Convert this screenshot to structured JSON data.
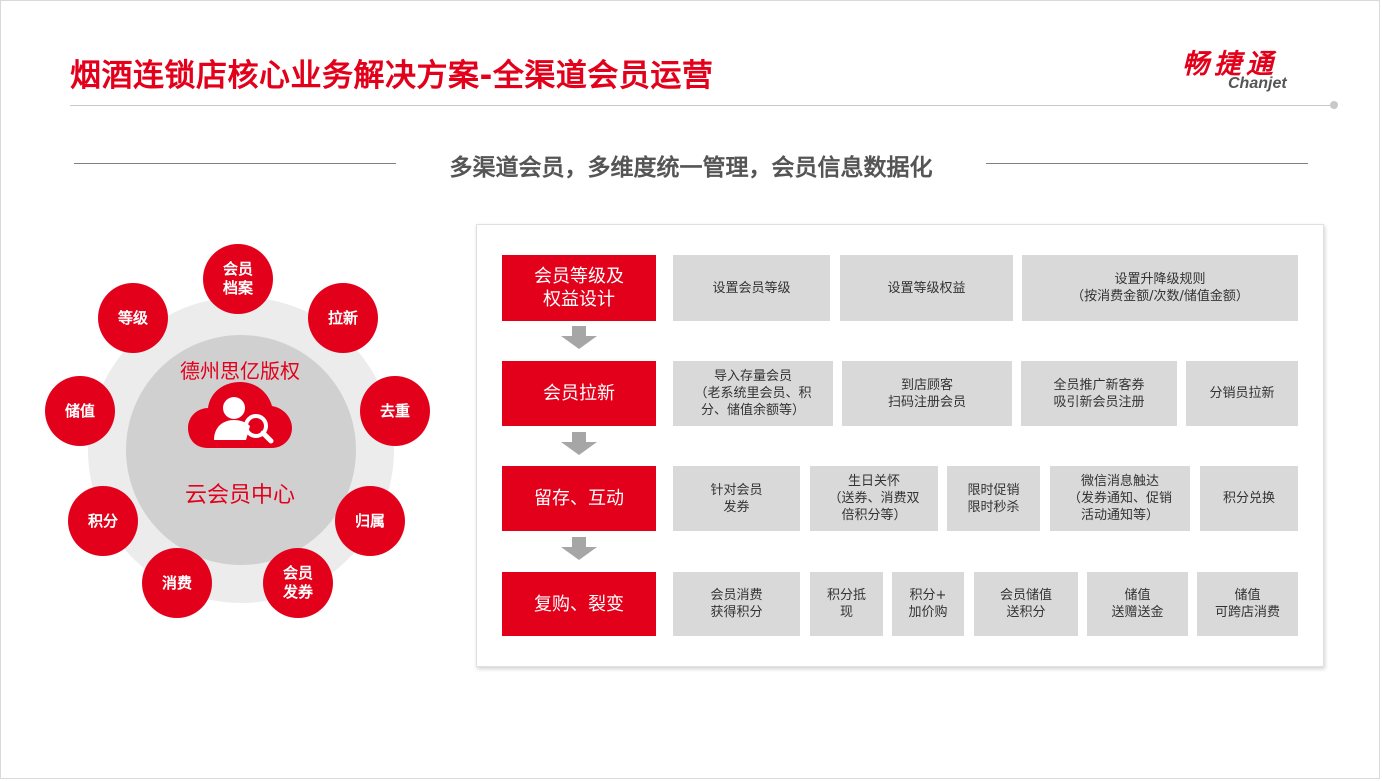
{
  "header": {
    "title": "烟酒连锁店核心业务解决方案-全渠道会员运营",
    "logo_cn": "畅捷通",
    "logo_en": "Chanjet"
  },
  "subtitle": "多渠道会员，多维度统一管理，会员信息数据化",
  "hub": {
    "watermark": "德州思亿版权",
    "center_label": "云会员中心",
    "icon": "cloud-user-search-icon",
    "nodes": [
      {
        "line1": "会员",
        "line2": "档案"
      },
      {
        "line1": "拉新",
        "line2": ""
      },
      {
        "line1": "去重",
        "line2": ""
      },
      {
        "line1": "归属",
        "line2": ""
      },
      {
        "line1": "会员",
        "line2": "发券"
      },
      {
        "line1": "消费",
        "line2": ""
      },
      {
        "line1": "积分",
        "line2": ""
      },
      {
        "line1": "储值",
        "line2": ""
      },
      {
        "line1": "等级",
        "line2": ""
      }
    ]
  },
  "flow": {
    "rows": [
      {
        "label": [
          "会员等级及",
          "权益设计"
        ],
        "items": [
          [
            "设置会员等级"
          ],
          [
            "设置等级权益"
          ],
          [
            "设置升降级规则",
            "（按消费金额/次数/储值金额）"
          ]
        ]
      },
      {
        "label": [
          "会员拉新"
        ],
        "items": [
          [
            "导入存量会员",
            "（老系统里会员、积",
            "分、储值余额等）"
          ],
          [
            "到店顾客",
            "扫码注册会员"
          ],
          [
            "全员推广新客券",
            "吸引新会员注册"
          ],
          [
            "分销员拉新"
          ]
        ]
      },
      {
        "label": [
          "留存、互动"
        ],
        "items": [
          [
            "针对会员",
            "发券"
          ],
          [
            "生日关怀",
            "（送券、消费双",
            "倍积分等）"
          ],
          [
            "限时促销",
            "限时秒杀"
          ],
          [
            "微信消息触达",
            "（发券通知、促销",
            "活动通知等）"
          ],
          [
            "积分兑换"
          ]
        ]
      },
      {
        "label": [
          "复购、裂变"
        ],
        "items": [
          [
            "会员消费",
            "获得积分"
          ],
          [
            "积分抵",
            "现"
          ],
          [
            "积分+",
            "加价购"
          ],
          [
            "会员储值",
            "送积分"
          ],
          [
            "储值",
            "送赠送金"
          ],
          [
            "储值",
            "可跨店消费"
          ]
        ]
      }
    ]
  },
  "colors": {
    "brand_red": "#e3001b",
    "box_gray": "#d9d9d9",
    "arrow_gray": "#a6a6a6"
  }
}
